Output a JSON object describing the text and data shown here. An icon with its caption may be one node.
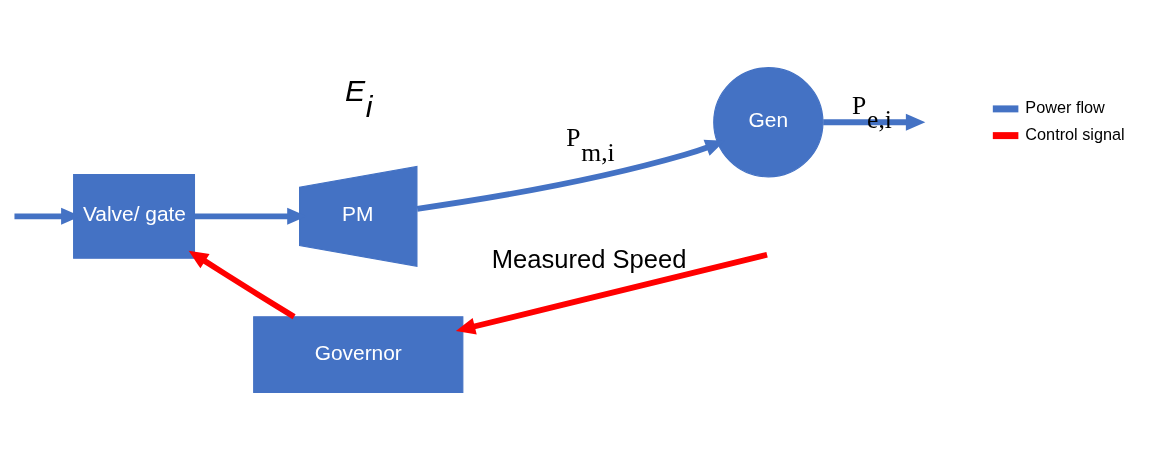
{
  "diagram": {
    "nodes": [
      {
        "text": [
          "Valve/ gate"
        ]
      },
      {
        "text": [
          "PM"
        ]
      },
      {
        "text": [
          "Gen"
        ]
      },
      {
        "text": [
          "Governor"
        ]
      }
    ],
    "edges": [
      {
        "from": null,
        "to": 0,
        "arrow": "to"
      },
      {
        "from": 0,
        "to": 1,
        "arrow": "to"
      },
      {
        "from": 1,
        "to": 2,
        "arrow": "to",
        "label": "P$_{m,i}$"
      },
      {
        "from": 2,
        "to": null,
        "arrow": "to",
        "label": "P$_{e,i}$"
      },
      {
        "from": null,
        "to": 3,
        "arrow": "to",
        "label": "Measured Speed",
        "color": "#ff0000"
      },
      {
        "from": 3,
        "to": 0,
        "arrow": "to",
        "color": "#ff0000"
      }
    ],
    "labels": [
      "E$_{i}$"
    ],
    "legend": [
      {
        "text": "Power flow"
      },
      {
        "text": "Control signal"
      }
    ]
  }
}
